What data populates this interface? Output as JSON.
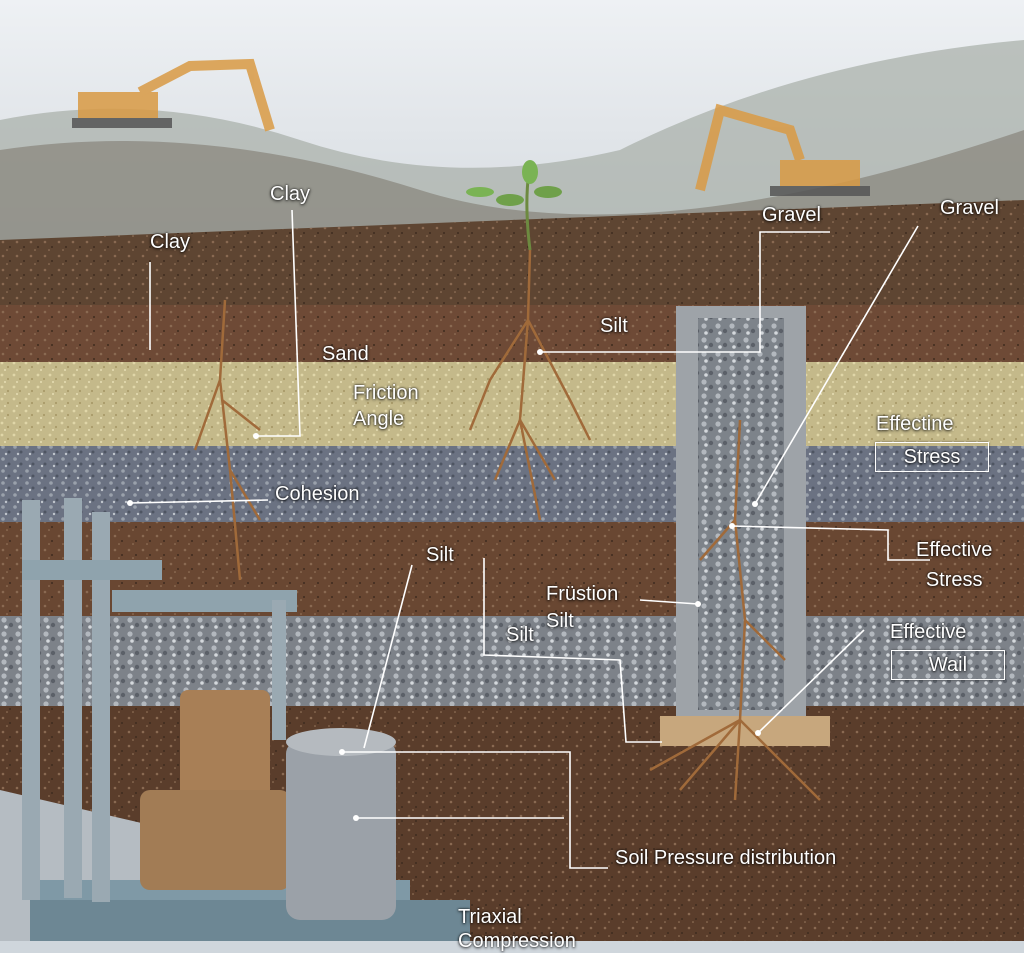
{
  "colors": {
    "sky": "#dfe4e8",
    "topsoil": "#5e4532",
    "clay": "#6e4a36",
    "sand": "#c4b98a",
    "cohesion_layer": "#6b7282",
    "silt_brown": "#694732",
    "gravel": "#7d8289",
    "bottom": "#5a3d2b",
    "concrete": "#a0a4a8",
    "excavator": "#e0a040"
  },
  "icons": {
    "excavator": "excavator-icon",
    "plant": "plant-icon",
    "roots": "root-icon",
    "apparatus": "triaxial-apparatus-icon"
  },
  "labels": {
    "clay_1": "Clay",
    "clay_2": "Clay",
    "sand": "Sand",
    "friction_angle": "Friction\nAngle",
    "cohesion": "Cohesion",
    "silt_top": "Silt",
    "gravel_1": "Gravel",
    "gravel_2": "Gravel",
    "effective_stress_1_line1": "Effectine",
    "effective_stress_1_box": "Stress",
    "effective_stress_2": "Effective\nStress",
    "effective_wall_line1": "Effective",
    "effective_wall_box": "Wail",
    "silt_mid": "Silt",
    "frustion_silt": "Früstion\nSilt",
    "silt_left": "Silt",
    "soil_pressure": "Soil Pressure distribution",
    "triaxial": "Triaxial\nCompression"
  }
}
